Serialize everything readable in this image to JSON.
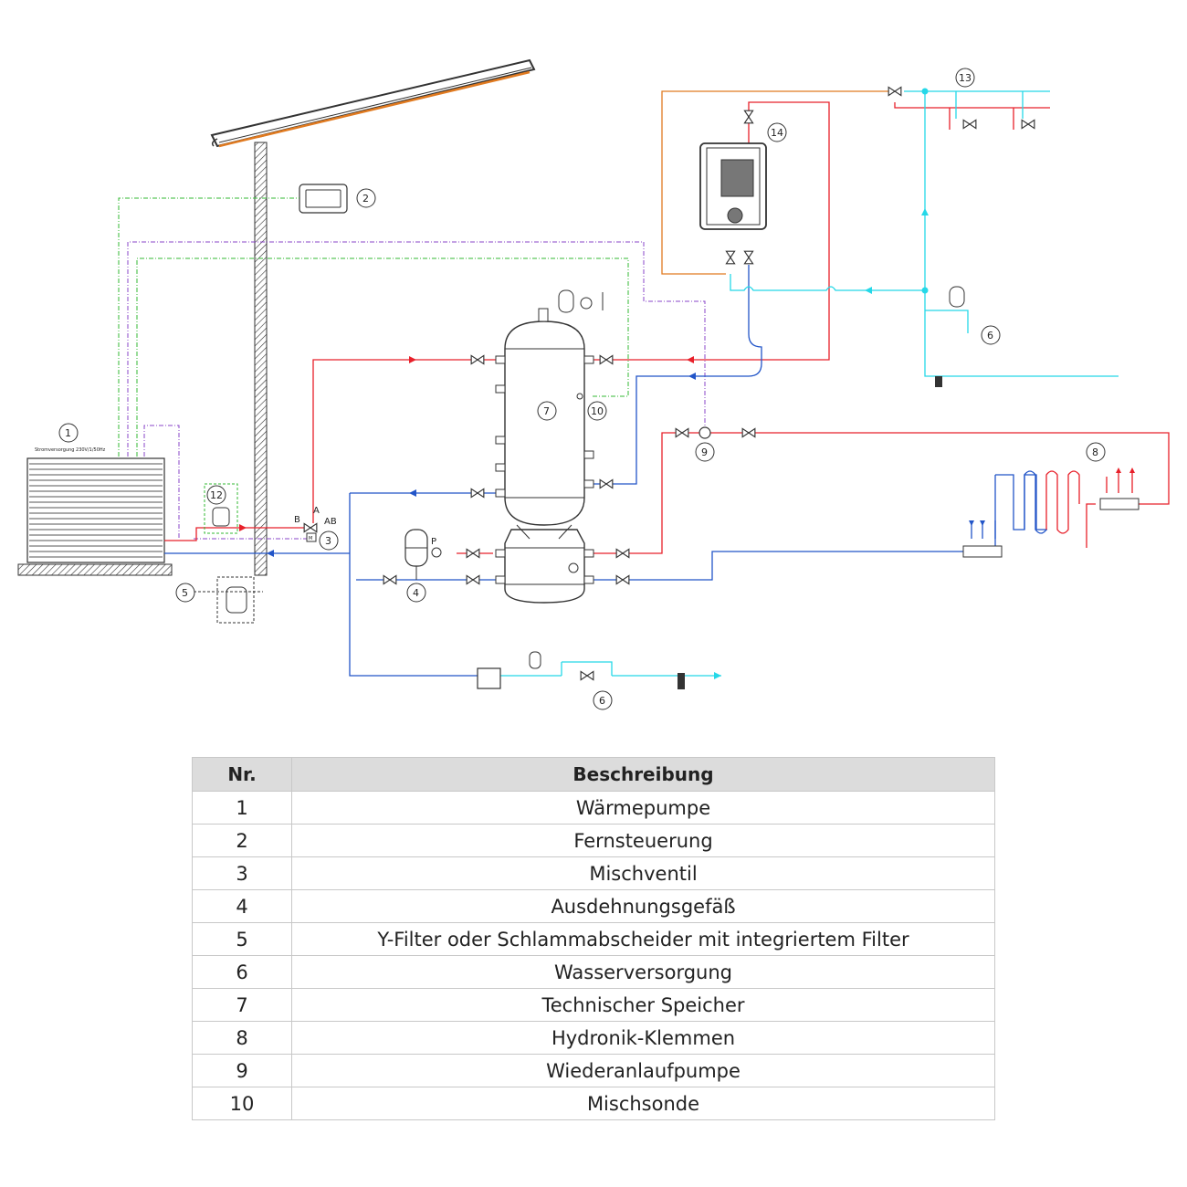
{
  "diagram": {
    "power_supply": "Stromversorgung 230V/1/50Hz",
    "callouts": [
      "1",
      "2",
      "3",
      "4",
      "5",
      "6",
      "7",
      "8",
      "9",
      "10",
      "12",
      "13",
      "14"
    ],
    "valve_ports": {
      "a": "A",
      "b": "B",
      "ab": "AB",
      "motor": "M"
    },
    "gauge_letter": "P",
    "line_colors": {
      "hot": "#e8202a",
      "cold": "#2255c8",
      "fresh_water": "#25d8e8",
      "solar": "#e07a20",
      "control_green": "#33b833",
      "control_purple": "#8a44c8"
    }
  },
  "table": {
    "headers": [
      "Nr.",
      "Beschreibung"
    ],
    "rows": [
      [
        "1",
        "Wärmepumpe"
      ],
      [
        "2",
        "Fernsteuerung"
      ],
      [
        "3",
        "Mischventil"
      ],
      [
        "4",
        "Ausdehnungsgefäß"
      ],
      [
        "5",
        "Y-Filter oder Schlammabscheider mit integriertem Filter"
      ],
      [
        "6",
        "Wasserversorgung"
      ],
      [
        "7",
        "Technischer Speicher"
      ],
      [
        "8",
        "Hydronik-Klemmen"
      ],
      [
        "9",
        "Wiederanlaufpumpe"
      ],
      [
        "10",
        "Mischsonde"
      ]
    ]
  }
}
